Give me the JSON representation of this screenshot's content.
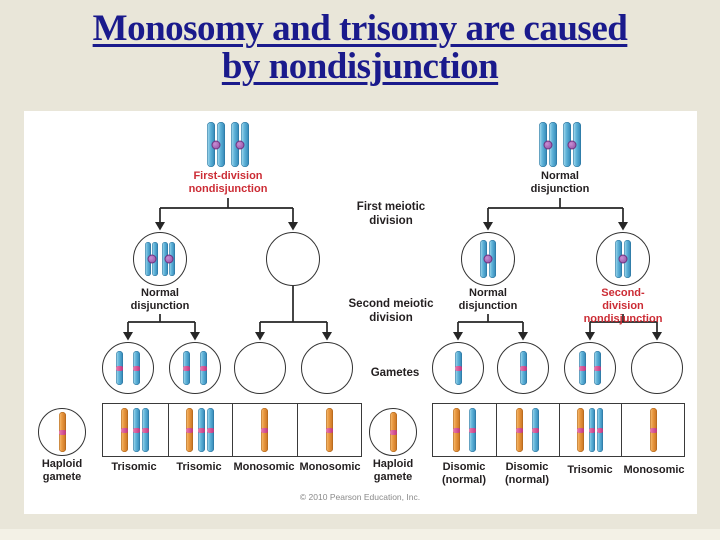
{
  "title": {
    "line1": "Monosomy and trisomy are caused",
    "line2": "by nondisjunction"
  },
  "stages": {
    "first": "First meiotic\ndivision",
    "second": "Second meiotic\ndivision",
    "gametes": "Gametes"
  },
  "left_pathway": {
    "division1_label": "First-division\nnondisjunction",
    "division2_label": "Normal\ndisjunction",
    "haploid_label": "Haploid\ngamete",
    "outcomes": [
      "Trisomic",
      "Trisomic",
      "Monosomic",
      "Monosomic"
    ]
  },
  "right_pathway": {
    "division1_label": "Normal\ndisjunction",
    "division2_left_label": "Normal\ndisjunction",
    "division2_right_label": "Second-division\nnondisjunction",
    "haploid_label": "Haploid\ngamete",
    "outcomes": [
      "Disomic\n(normal)",
      "Disomic\n(normal)",
      "Trisomic",
      "Monosomic"
    ]
  },
  "copyright": "© 2010 Pearson Education, Inc.",
  "figure_contents": {
    "parent_cells": [
      "two duplicated blue chromosomes",
      "two duplicated blue chromosomes"
    ],
    "left_meiosis2_cells": [
      "two duplicated chromosomes",
      "empty"
    ],
    "right_meiosis2_cells": [
      "one duplicated chromosome",
      "one duplicated chromosome"
    ],
    "left_gametes": [
      "two blue chromatids",
      "two blue chromatids",
      "empty",
      "empty"
    ],
    "right_gametes": [
      "one blue chromatid",
      "one blue chromatid",
      "two blue chromatids",
      "empty"
    ],
    "haploid_gametes": [
      "one orange chromatid",
      "one orange chromatid"
    ],
    "left_fertilization_cells": [
      "orange + two blue",
      "orange + two blue",
      "orange only",
      "orange only"
    ],
    "right_fertilization_cells": [
      "orange + one blue",
      "orange + one blue",
      "orange + two blue",
      "orange only"
    ]
  },
  "colors": {
    "background": "#e9e6d9",
    "panel": "#ffffff",
    "title_navy": "#1a1a8c",
    "red_label": "#cc2c35",
    "black_label": "#231f20",
    "chromatid_blue": "#4fa8d4",
    "chromatid_orange": "#e5913a",
    "centromere_purple": "#a86ab8",
    "band_pink": "#d9559c",
    "copyright_gray": "#8a8a8a"
  }
}
